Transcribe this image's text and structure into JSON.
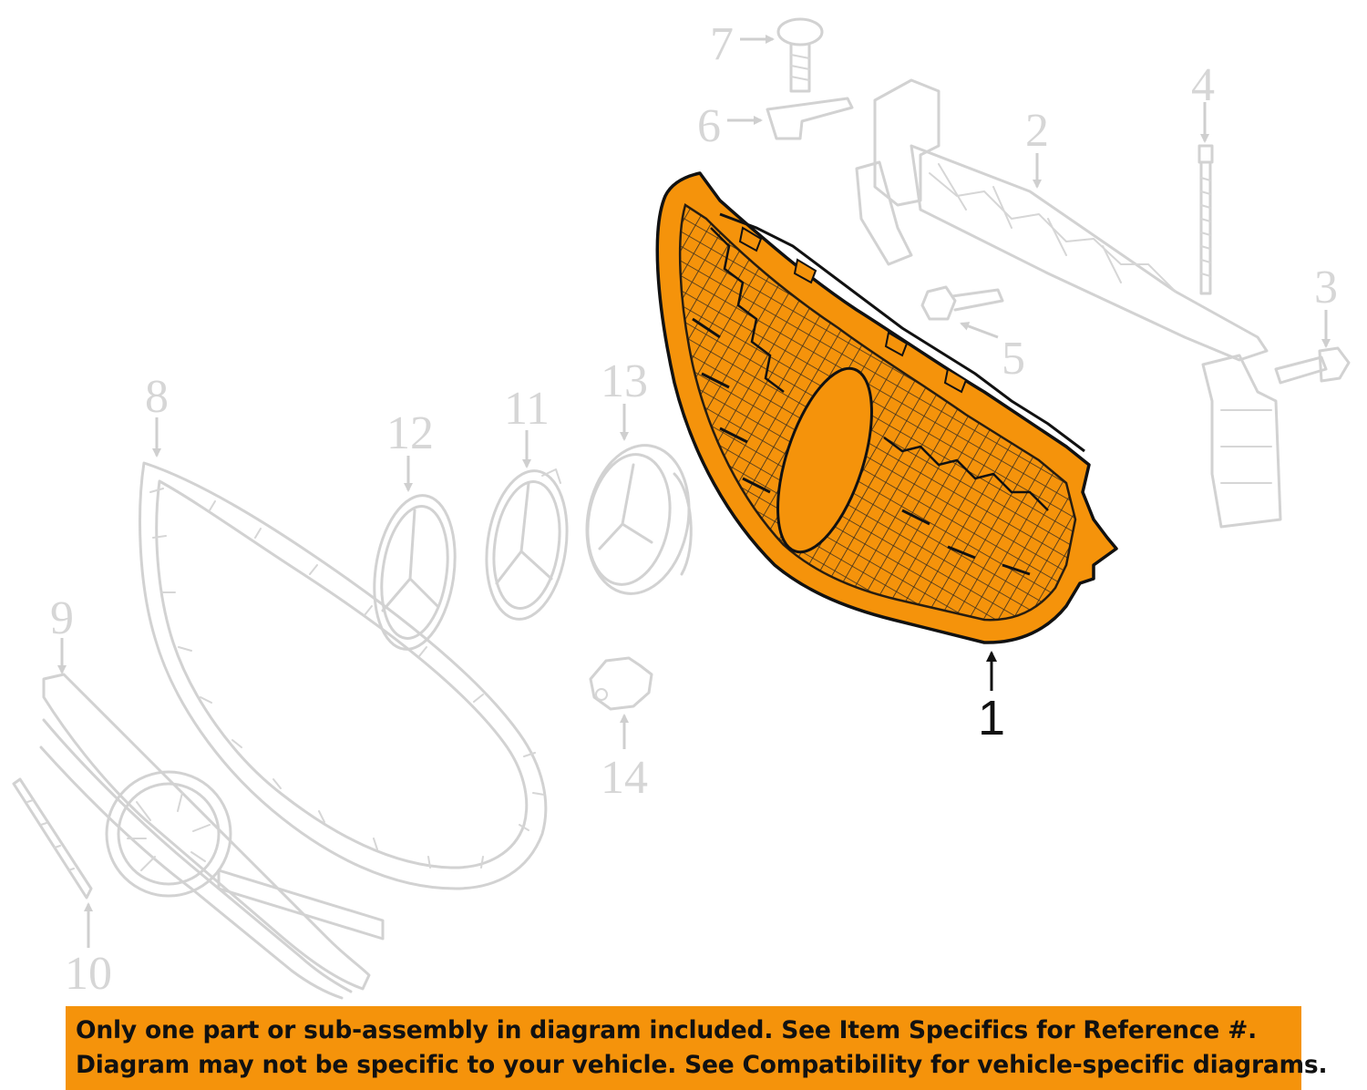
{
  "diagram": {
    "highlight_color": "#f5930b",
    "ghost_color": "#d2d2d2",
    "parts": [
      {
        "callout": "1",
        "highlighted": true
      },
      {
        "callout": "2"
      },
      {
        "callout": "3"
      },
      {
        "callout": "4"
      },
      {
        "callout": "5"
      },
      {
        "callout": "6"
      },
      {
        "callout": "7"
      },
      {
        "callout": "8"
      },
      {
        "callout": "9"
      },
      {
        "callout": "10"
      },
      {
        "callout": "11"
      },
      {
        "callout": "12"
      },
      {
        "callout": "13"
      },
      {
        "callout": "14"
      }
    ]
  },
  "notice": {
    "line1": "Only one part or sub-assembly in diagram included. See Item Specifics for Reference #.",
    "line2": "Diagram may not be specific to your vehicle. See Compatibility for vehicle-specific diagrams.",
    "background": "#f5930b"
  }
}
